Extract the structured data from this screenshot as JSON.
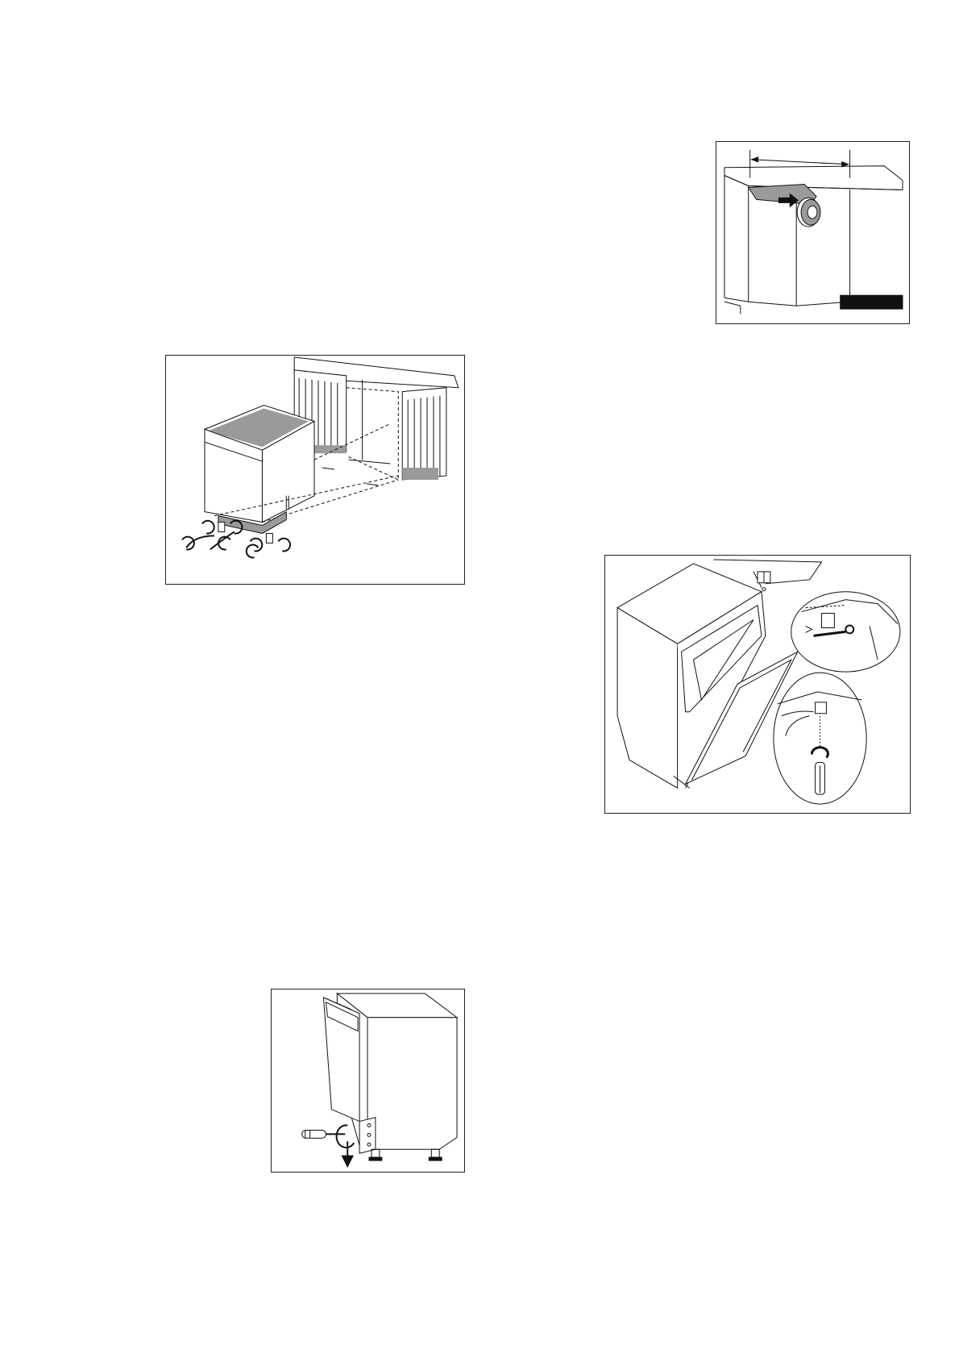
{
  "figures": [
    {
      "id": "adhesive-tape",
      "caption": ""
    },
    {
      "id": "levelling-feet",
      "caption": ""
    },
    {
      "id": "door-fixing",
      "caption": ""
    },
    {
      "id": "plinth-removal",
      "caption": ""
    }
  ],
  "colors": {
    "line": "#111111",
    "fill": "#ffffff",
    "shade": "#9a9a9a",
    "dark": "#111111"
  }
}
